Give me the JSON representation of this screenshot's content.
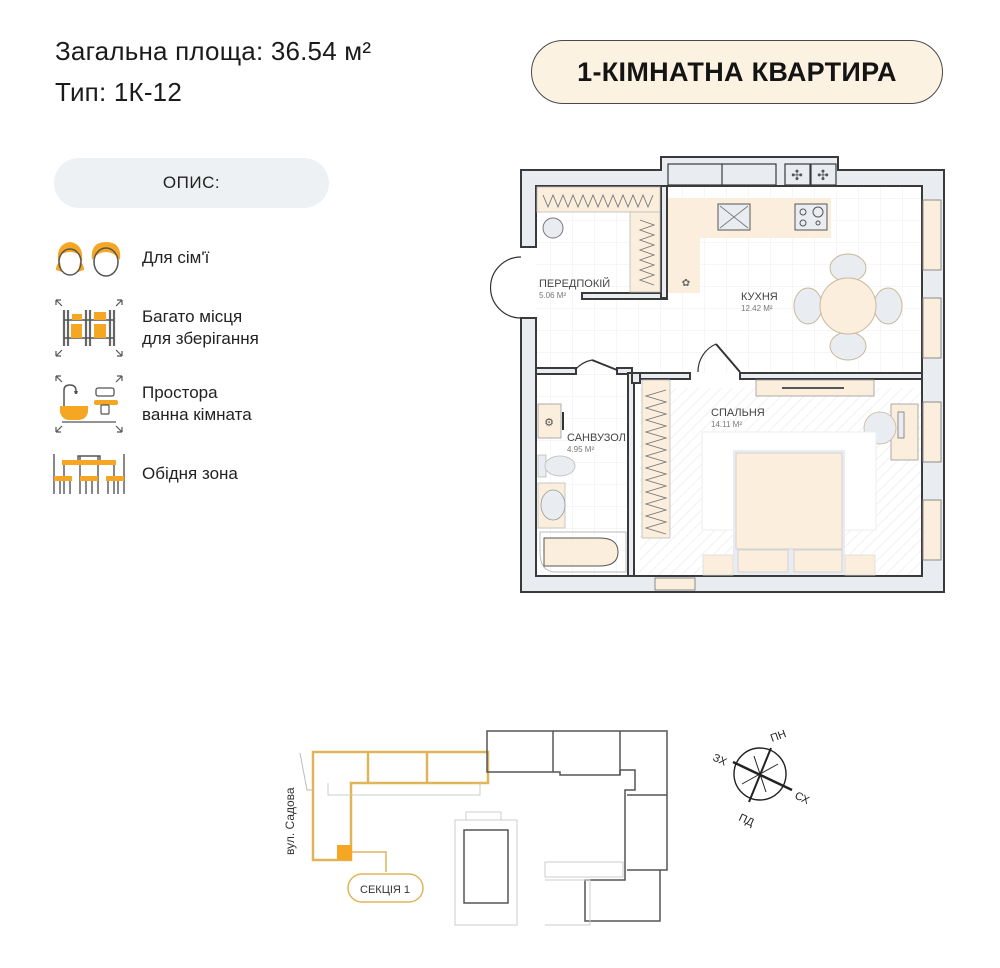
{
  "header": {
    "total_area_label": "Загальна площа:",
    "total_area_value": "36.54 м²",
    "type_label": "Тип:",
    "type_value": "1К-12",
    "apartment_type": "1-КІМНАТНА КВАРТИРА"
  },
  "description": {
    "title": "ОПИС:",
    "features": [
      {
        "icon": "family-icon",
        "line1": "Для сім'ї",
        "line2": ""
      },
      {
        "icon": "storage-shelves-icon",
        "line1": "Багато місця",
        "line2": "для зберігання"
      },
      {
        "icon": "bathroom-icon",
        "line1": "Простора",
        "line2": "ванна кімната"
      },
      {
        "icon": "dining-table-icon",
        "line1": "Обідня зона",
        "line2": ""
      }
    ]
  },
  "floor_plan": {
    "rooms": [
      {
        "name": "ПЕРЕДПОКІЙ",
        "area": "5.06 М²"
      },
      {
        "name": "КУХНЯ",
        "area": "12.42 М²"
      },
      {
        "name": "САНВУЗОЛ",
        "area": "4.95 М²"
      },
      {
        "name": "СПАЛЬНЯ",
        "area": "14.11 М²"
      }
    ]
  },
  "site_plan": {
    "street_label": "вул. Садова",
    "section_label": "СЕКЦІЯ 1",
    "compass": {
      "north": "ПН",
      "east": "СХ",
      "south": "ПД",
      "west": "ЗХ"
    }
  },
  "colors": {
    "accent": "#f5a623",
    "accent_line": "#e0b45a",
    "pill_bg": "#fcf2e2",
    "desc_bg": "#eef1f4",
    "wall_fill": "#e9edf1",
    "wall_stroke": "#3a3a3a",
    "furniture_fill": "#fbeedd"
  }
}
